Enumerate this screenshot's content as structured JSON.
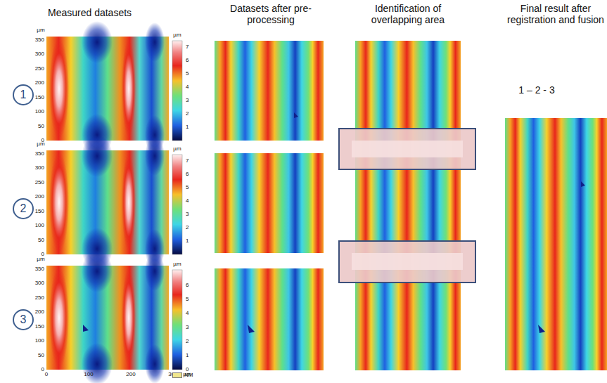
{
  "diagram": {
    "nodes": [
      {
        "text": [
          "1"
        ]
      },
      {
        "text": [
          "2"
        ]
      },
      {
        "text": [
          "3"
        ]
      }
    ],
    "labels": [
      "Measured datasets",
      "Datasets after pre-processing",
      "Identification of overlapping area",
      "Final result after registration and fusion",
      "1 – 2 - 3",
      "µm",
      "350",
      "300",
      "250",
      "200",
      "150",
      "100",
      "50",
      "0",
      "µm",
      "7",
      "6",
      "5",
      "4",
      "3",
      "2",
      "1",
      "µm",
      "350",
      "300",
      "250",
      "200",
      "150",
      "100",
      "50",
      "0",
      "µm",
      "7",
      "6",
      "5",
      "4",
      "3",
      "2",
      "1",
      "µm",
      "350",
      "300",
      "250",
      "200",
      "150",
      "100",
      "50",
      "0",
      "µm",
      "6",
      "5",
      "4",
      "3",
      "2",
      "1",
      "0",
      "0",
      "100",
      "200",
      "300",
      "µm"
    ],
    "legend": [
      {
        "text": "NM",
        "color": "#f0e68c"
      }
    ]
  }
}
